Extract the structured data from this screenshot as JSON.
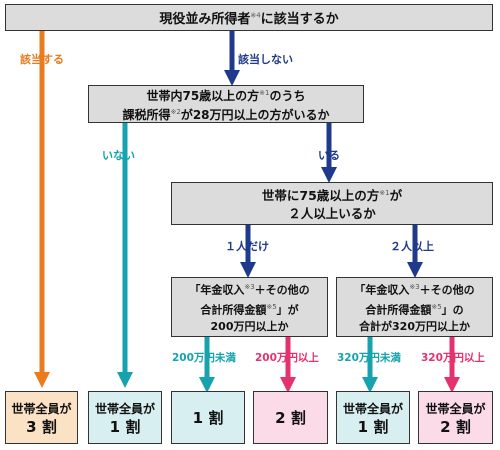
{
  "q1": {
    "text": "現役並み所得者",
    "note": "※4",
    "text2": "に該当するか"
  },
  "labels": {
    "applies": "該当する",
    "not_applies": "該当しない",
    "none": "いない",
    "yes": "いる",
    "one": "１人だけ",
    "two_plus": "２人以上",
    "under200": "200万円未満",
    "over200": "200万円以上",
    "under320": "320万円未満",
    "over320": "320万円以上"
  },
  "q2": {
    "l1a": "世帯内75歳以上の方",
    "n1": "※1",
    "l1b": "のうち",
    "l2a": "課税所得",
    "n2": "※2",
    "l2b": "が28万円以上の方がいるか"
  },
  "q3": {
    "l1a": "世帯に75歳以上の方",
    "n1": "※1",
    "l1b": "が",
    "l2": "２人以上いるか"
  },
  "q4": {
    "l1a": "「年金収入",
    "n1": "※3",
    "l1b": "＋その他の",
    "l2a": "合計所得金額",
    "n2": "※5",
    "l2b": "」が",
    "l3": "200万円以上か"
  },
  "q5": {
    "l1a": "「年金収入",
    "n1": "※3",
    "l1b": "＋その他の",
    "l2a": "合計所得金額",
    "n2": "※5",
    "l2b": "」の",
    "l3": "合計が320万円以上か"
  },
  "results": {
    "r1": {
      "line1": "世帯全員が",
      "line2": "3 割"
    },
    "r2": {
      "line1": "世帯全員が",
      "line2": "1 割"
    },
    "r3": {
      "line1": "1 割"
    },
    "r4": {
      "line1": "2 割"
    },
    "r5": {
      "line1": "世帯全員が",
      "line2": "1 割"
    },
    "r6": {
      "line1": "世帯全員が",
      "line2": "2 割"
    }
  },
  "colors": {
    "orange": "#ea7b1f",
    "navy": "#1f3a8c",
    "teal": "#16a3ae",
    "pink": "#e5326f"
  }
}
